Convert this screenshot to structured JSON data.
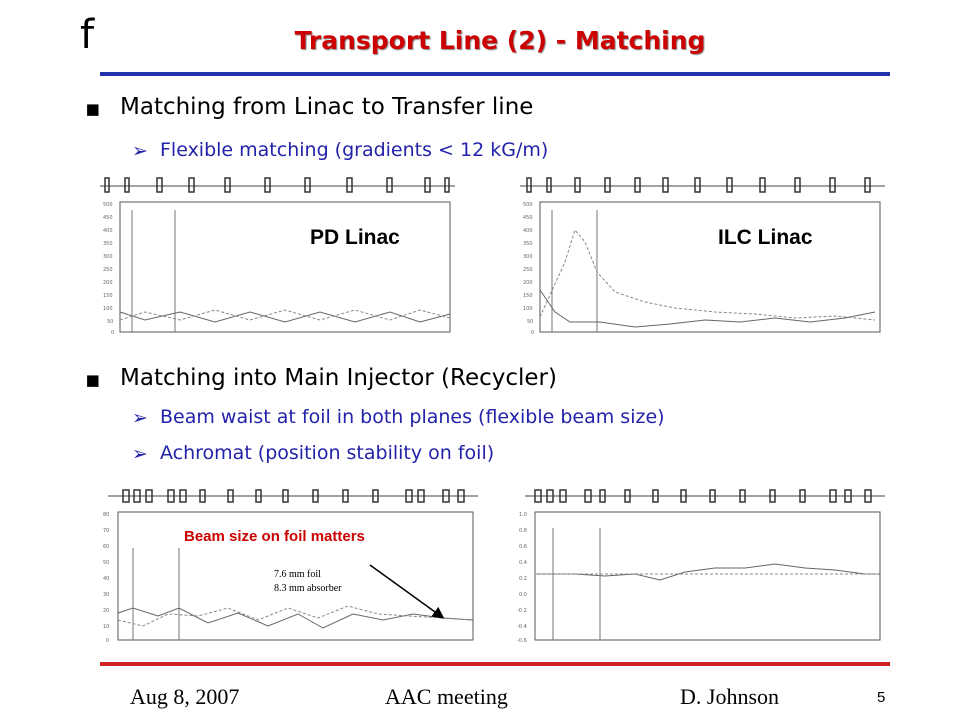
{
  "header": {
    "logo": "f",
    "title": "Transport Line (2) - Matching"
  },
  "bullets": [
    {
      "text": "Matching from Linac to Transfer line",
      "sub": [
        "Flexible matching (gradients < 12 kG/m)"
      ]
    },
    {
      "text": "Matching into Main Injector (Recycler)",
      "sub": [
        "Beam waist at foil in both planes (flexible beam size)",
        "Achromat (position stability on foil)"
      ]
    }
  ],
  "plots": {
    "pd_linac_label": "PD Linac",
    "ilc_linac_label": "ILC Linac",
    "foil_callout": "Beam size on foil matters",
    "foil_note_1": "7.6 mm foil",
    "foil_note_2": "8.3 mm absorber"
  },
  "footer": {
    "date": "Aug 8, 2007",
    "meeting": "AAC meeting",
    "author": "D. Johnson",
    "page": "5",
    "page_small": "5"
  },
  "colors": {
    "title": "#cc0000",
    "blue_rule": "#2233aa",
    "red_rule": "#cc2222",
    "sub_bullet": "#2222aa",
    "callout": "#cc0000"
  }
}
